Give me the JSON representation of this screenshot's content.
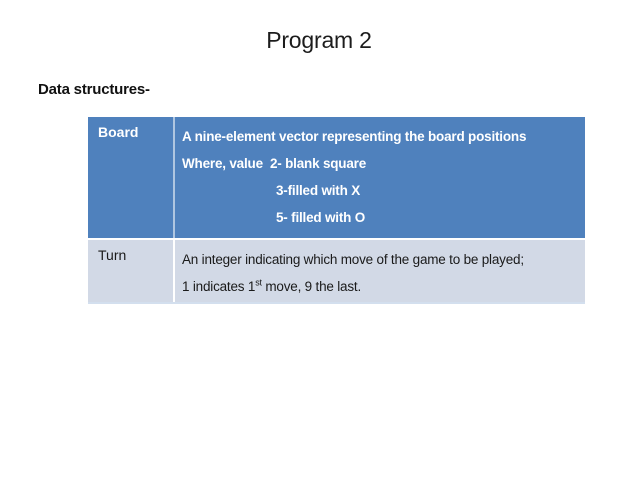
{
  "slide": {
    "title": "Program 2",
    "heading": "Data structures-"
  },
  "table": {
    "rows": [
      {
        "term": "Board",
        "lines": [
          "A nine-element vector representing the board positions",
          "Where, value  2- blank square",
          "3-filled with X",
          "5- filled with O"
        ]
      },
      {
        "term": "Turn",
        "lines": [
          "An integer indicating which move of the game to be played;"
        ],
        "line2": {
          "pre": "1 indicates 1",
          "sup": "st",
          "post": " move, 9 the last."
        }
      }
    ]
  },
  "colors": {
    "header_blue": "#4F81BD",
    "band_light": "#D2D9E6"
  }
}
